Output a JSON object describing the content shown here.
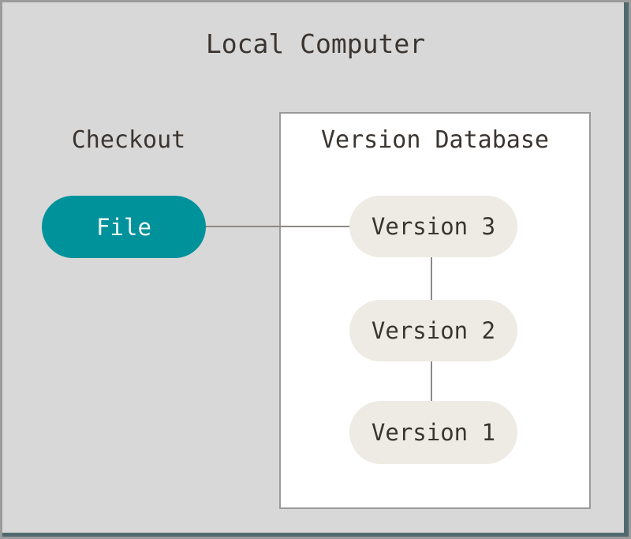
{
  "title": "Local Computer",
  "checkout": {
    "label": "Checkout",
    "file_label": "File"
  },
  "version_database": {
    "label": "Version Database",
    "versions": [
      "Version 3",
      "Version 2",
      "Version 1"
    ]
  },
  "colors": {
    "background": "#d8d8d8",
    "frame_border": "#9b9b9b",
    "edge_accent": "#50696f",
    "node_teal": "#00929b",
    "node_light": "#edebe3",
    "text_dark": "#3b3531",
    "text_on_teal": "#f2f7f7",
    "box_fill": "#ffffff",
    "box_border": "#9a9a9a",
    "connector": "#8d8983"
  }
}
